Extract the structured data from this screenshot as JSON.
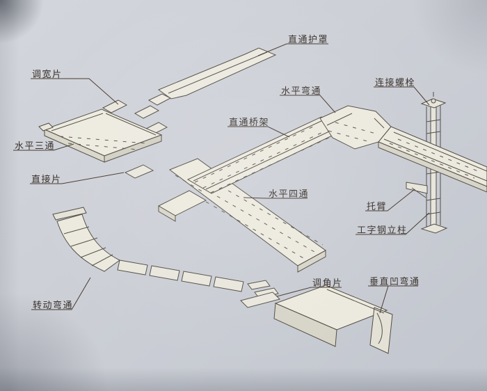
{
  "figure": {
    "colors": {
      "background": "#cccfd6",
      "paper": "#eae8de",
      "ink": "#514c44",
      "label_text": "#38302a"
    },
    "labels": {
      "straight_cover": "直通护罩",
      "width_adjust_piece": "调宽片",
      "horizontal_tee": "水平三通",
      "connect_piece": "直接片",
      "horizontal_bend": "水平弯通",
      "connecting_bolt": "连接螺栓",
      "straight_tray": "直通桥架",
      "horizontal_cross": "水平四通",
      "support_arm": "托臂",
      "ibeam_column": "工字钢立柱",
      "rotating_bend": "转动弯通",
      "angle_adjust_piece": "调角片",
      "vertical_concave_bend": "垂直凹弯通"
    }
  }
}
